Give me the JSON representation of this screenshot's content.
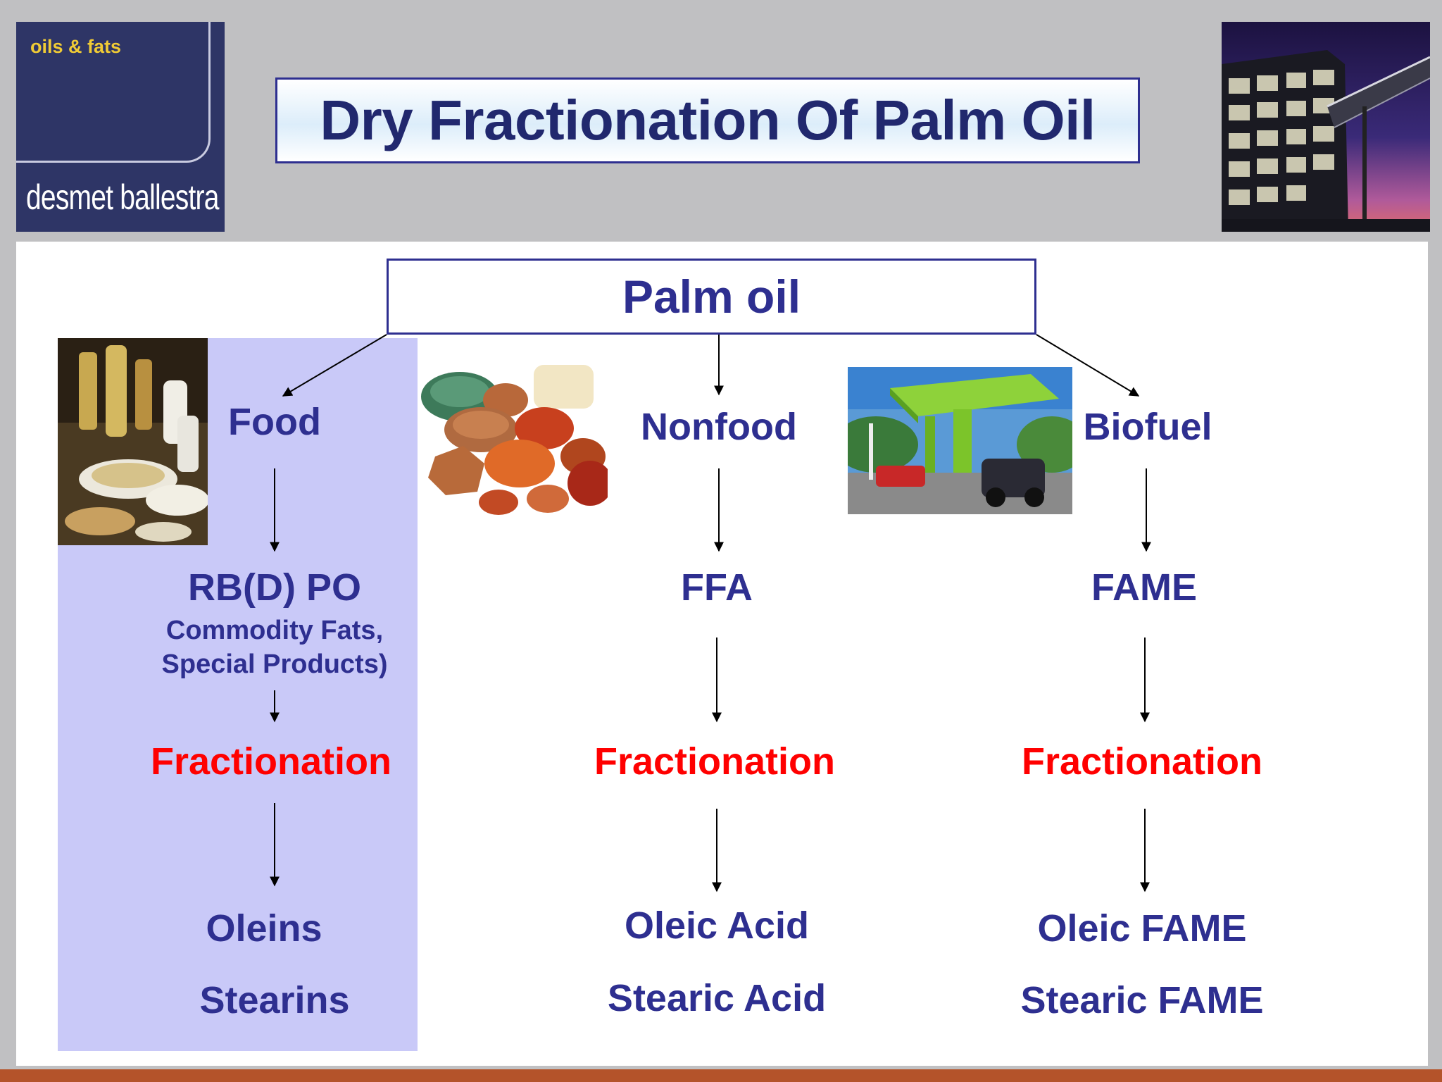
{
  "header": {
    "logo": {
      "tagline": "oils & fats",
      "brand": "desmet ballestra"
    },
    "title": "Dry Fractionation Of Palm Oil"
  },
  "diagram": {
    "root": "Palm oil",
    "food": {
      "category": "Food",
      "input_name": "RB(D) PO",
      "input_note_line1": "Commodity Fats,",
      "input_note_line2": "Special Products)",
      "process": "Fractionation",
      "product_1": "Oleins",
      "product_2": "Stearins"
    },
    "nonfood": {
      "category": "Nonfood",
      "input_name": "FFA",
      "process": "Fractionation",
      "product_1": "Oleic Acid",
      "product_2": "Stearic Acid"
    },
    "biofuel": {
      "category": "Biofuel",
      "input_name": "FAME",
      "process": "Fractionation",
      "product_1": "Oleic FAME",
      "product_2": "Stearic FAME"
    }
  },
  "colors": {
    "frame": "#c0c0c2",
    "accent_navy": "#2e2f90",
    "process_red": "#ff0000",
    "food_panel": "#c9c9f8",
    "bottom_bar": "#b4532a"
  }
}
